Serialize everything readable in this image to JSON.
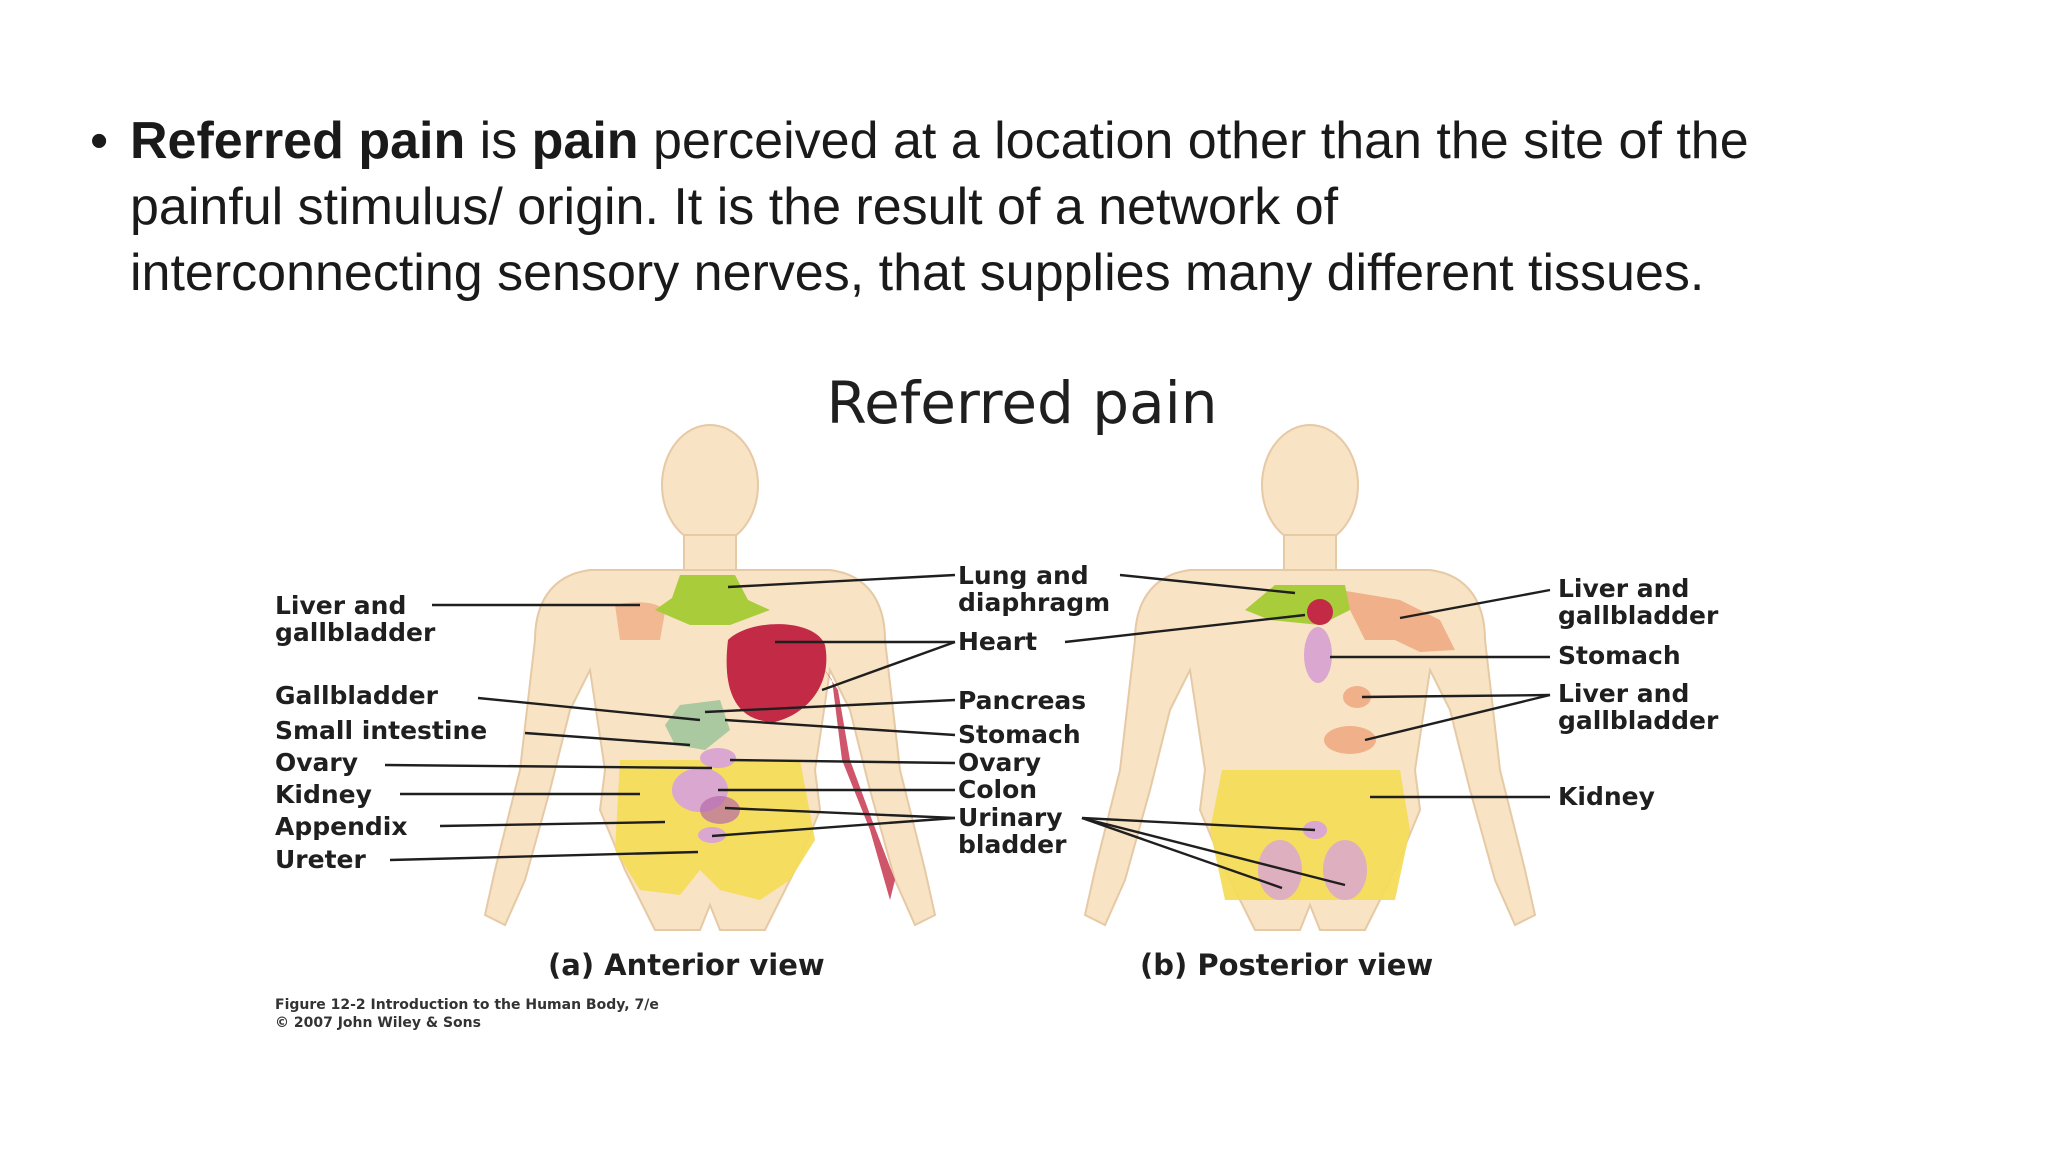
{
  "bullet": {
    "line1_bold1": "Referred pain",
    "line1_text1": " is ",
    "line1_bold2": "pain",
    "line1_text2": " perceived at a location other than the site of the",
    "line2": "painful stimulus/ origin. It is the result of a network of",
    "line3": "interconnecting sensory nerves, that supplies many different tissues."
  },
  "figure": {
    "title": "Referred pain",
    "anterior": {
      "view_label": "(a) Anterior view",
      "left_labels": [
        "Liver and",
        "gallbladder",
        "Gallbladder",
        "Small intestine",
        "Ovary",
        "Kidney",
        "Appendix",
        "Ureter"
      ],
      "center_labels": [
        "Lung and",
        "diaphragm",
        "Heart",
        "Pancreas",
        "Stomach",
        "Ovary",
        "Colon",
        "Urinary",
        "bladder"
      ]
    },
    "posterior": {
      "view_label": "(b) Posterior view",
      "right_labels": [
        "Liver and",
        "gallbladder",
        "Stomach",
        "Liver and",
        "gallbladder",
        "Kidney"
      ]
    },
    "caption_line1": "Figure 12-2  Introduction to the Human Body, 7/e",
    "caption_line2": "© 2007 John Wiley & Sons"
  },
  "colors": {
    "skin": "#f8e3c4",
    "lung_diaphragm": "#a9cc3a",
    "heart": "#c22a45",
    "liver_gallbladder": "#f0b089",
    "yellow_zone": "#f4dc5a",
    "organ_pink": "#d9a7cf"
  }
}
